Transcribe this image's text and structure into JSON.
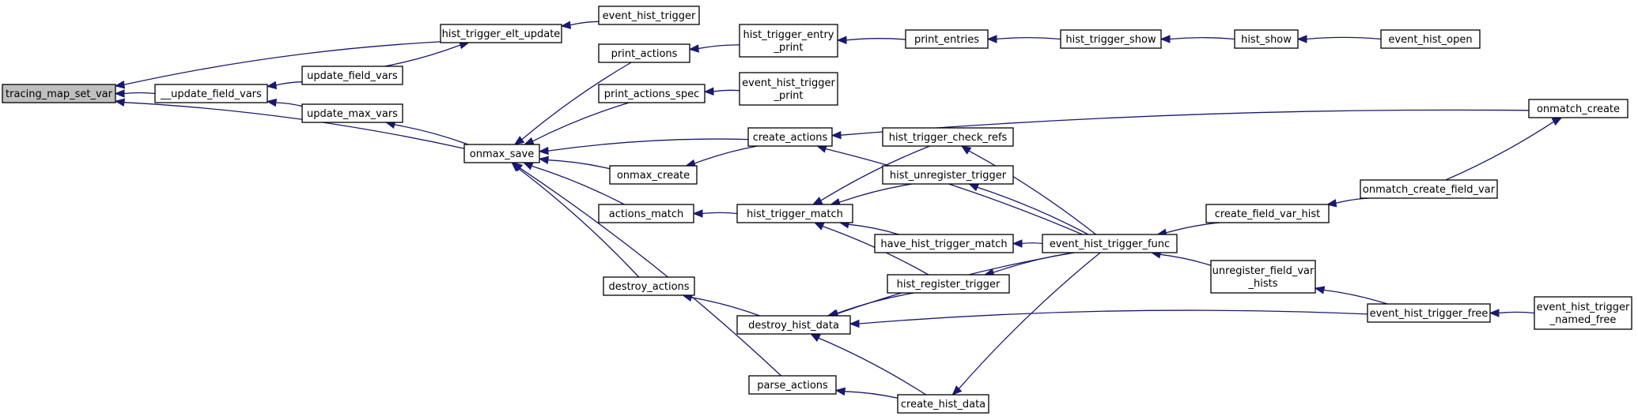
{
  "diagram": {
    "nodes": [
      {
        "id": "tracing_map_set_var",
        "lines": [
          "tracing_map_set_var"
        ],
        "root": true
      },
      {
        "id": "__update_field_vars",
        "lines": [
          "__update_field_vars"
        ]
      },
      {
        "id": "hist_trigger_elt_update",
        "lines": [
          "hist_trigger_elt_update"
        ]
      },
      {
        "id": "update_field_vars",
        "lines": [
          "update_field_vars"
        ]
      },
      {
        "id": "update_max_vars",
        "lines": [
          "update_max_vars"
        ]
      },
      {
        "id": "onmax_save",
        "lines": [
          "onmax_save"
        ]
      },
      {
        "id": "event_hist_trigger",
        "lines": [
          "event_hist_trigger"
        ]
      },
      {
        "id": "print_actions",
        "lines": [
          "print_actions"
        ]
      },
      {
        "id": "print_actions_spec",
        "lines": [
          "print_actions_spec"
        ]
      },
      {
        "id": "onmax_create",
        "lines": [
          "onmax_create"
        ]
      },
      {
        "id": "actions_match",
        "lines": [
          "actions_match"
        ]
      },
      {
        "id": "destroy_actions",
        "lines": [
          "destroy_actions"
        ]
      },
      {
        "id": "parse_actions",
        "lines": [
          "parse_actions"
        ]
      },
      {
        "id": "hist_trigger_entry_print",
        "lines": [
          "hist_trigger_entry",
          "_print"
        ]
      },
      {
        "id": "event_hist_trigger_print",
        "lines": [
          "event_hist_trigger",
          "_print"
        ]
      },
      {
        "id": "create_actions",
        "lines": [
          "create_actions"
        ]
      },
      {
        "id": "hist_trigger_match",
        "lines": [
          "hist_trigger_match"
        ]
      },
      {
        "id": "destroy_hist_data",
        "lines": [
          "destroy_hist_data"
        ]
      },
      {
        "id": "print_entries",
        "lines": [
          "print_entries"
        ]
      },
      {
        "id": "hist_trigger_check_refs",
        "lines": [
          "hist_trigger_check_refs"
        ]
      },
      {
        "id": "hist_unregister_trigger",
        "lines": [
          "hist_unregister_trigger"
        ]
      },
      {
        "id": "have_hist_trigger_match",
        "lines": [
          "have_hist_trigger_match"
        ]
      },
      {
        "id": "hist_register_trigger",
        "lines": [
          "hist_register_trigger"
        ]
      },
      {
        "id": "create_hist_data",
        "lines": [
          "create_hist_data"
        ]
      },
      {
        "id": "hist_trigger_show",
        "lines": [
          "hist_trigger_show"
        ]
      },
      {
        "id": "event_hist_trigger_func",
        "lines": [
          "event_hist_trigger_func"
        ]
      },
      {
        "id": "hist_show",
        "lines": [
          "hist_show"
        ]
      },
      {
        "id": "create_field_var_hist",
        "lines": [
          "create_field_var_hist"
        ]
      },
      {
        "id": "unregister_field_var_hists",
        "lines": [
          "unregister_field_var",
          "_hists"
        ]
      },
      {
        "id": "event_hist_open",
        "lines": [
          "event_hist_open"
        ]
      },
      {
        "id": "onmatch_create",
        "lines": [
          "onmatch_create"
        ]
      },
      {
        "id": "onmatch_create_field_var",
        "lines": [
          "onmatch_create_field_var"
        ]
      },
      {
        "id": "event_hist_trigger_free",
        "lines": [
          "event_hist_trigger_free"
        ]
      },
      {
        "id": "event_hist_trigger_named_free",
        "lines": [
          "event_hist_trigger",
          "_named_free"
        ]
      }
    ],
    "edges": [
      {
        "from": "__update_field_vars",
        "to": "tracing_map_set_var"
      },
      {
        "from": "hist_trigger_elt_update",
        "to": "tracing_map_set_var"
      },
      {
        "from": "onmax_save",
        "to": "tracing_map_set_var"
      },
      {
        "from": "update_field_vars",
        "to": "__update_field_vars"
      },
      {
        "from": "update_max_vars",
        "to": "__update_field_vars"
      },
      {
        "from": "event_hist_trigger",
        "to": "hist_trigger_elt_update"
      },
      {
        "from": "update_field_vars",
        "to": "hist_trigger_elt_update"
      },
      {
        "from": "onmax_save",
        "to": "update_max_vars"
      },
      {
        "from": "print_actions",
        "to": "onmax_save"
      },
      {
        "from": "print_actions_spec",
        "to": "onmax_save"
      },
      {
        "from": "create_actions",
        "to": "onmax_save"
      },
      {
        "from": "onmax_create",
        "to": "onmax_save"
      },
      {
        "from": "actions_match",
        "to": "onmax_save"
      },
      {
        "from": "destroy_actions",
        "to": "onmax_save"
      },
      {
        "from": "parse_actions",
        "to": "onmax_save"
      },
      {
        "from": "hist_trigger_entry_print",
        "to": "print_actions"
      },
      {
        "from": "event_hist_trigger_print",
        "to": "print_actions_spec"
      },
      {
        "from": "create_actions",
        "to": "onmax_create"
      },
      {
        "from": "hist_trigger_match",
        "to": "actions_match"
      },
      {
        "from": "destroy_hist_data",
        "to": "destroy_actions"
      },
      {
        "from": "create_hist_data",
        "to": "parse_actions"
      },
      {
        "from": "print_entries",
        "to": "hist_trigger_entry_print"
      },
      {
        "from": "onmatch_create",
        "to": "create_actions"
      },
      {
        "from": "event_hist_trigger_func",
        "to": "create_actions"
      },
      {
        "from": "hist_trigger_check_refs",
        "to": "hist_trigger_match"
      },
      {
        "from": "hist_unregister_trigger",
        "to": "hist_trigger_match"
      },
      {
        "from": "have_hist_trigger_match",
        "to": "hist_trigger_match"
      },
      {
        "from": "hist_register_trigger",
        "to": "hist_trigger_match"
      },
      {
        "from": "hist_register_trigger",
        "to": "destroy_hist_data"
      },
      {
        "from": "event_hist_trigger_func",
        "to": "destroy_hist_data"
      },
      {
        "from": "event_hist_trigger_free",
        "to": "destroy_hist_data"
      },
      {
        "from": "create_hist_data",
        "to": "destroy_hist_data"
      },
      {
        "from": "hist_trigger_show",
        "to": "print_entries"
      },
      {
        "from": "event_hist_trigger_func",
        "to": "hist_trigger_check_refs"
      },
      {
        "from": "event_hist_trigger_func",
        "to": "hist_unregister_trigger"
      },
      {
        "from": "event_hist_trigger_func",
        "to": "have_hist_trigger_match"
      },
      {
        "from": "event_hist_trigger_func",
        "to": "hist_register_trigger"
      },
      {
        "from": "event_hist_trigger_func",
        "to": "create_hist_data"
      },
      {
        "from": "hist_show",
        "to": "hist_trigger_show"
      },
      {
        "from": "create_field_var_hist",
        "to": "event_hist_trigger_func"
      },
      {
        "from": "unregister_field_var_hists",
        "to": "event_hist_trigger_func"
      },
      {
        "from": "event_hist_open",
        "to": "hist_show"
      },
      {
        "from": "onmatch_create_field_var",
        "to": "create_field_var_hist"
      },
      {
        "from": "event_hist_trigger_free",
        "to": "unregister_field_var_hists"
      },
      {
        "from": "onmatch_create_field_var",
        "to": "onmatch_create"
      },
      {
        "from": "event_hist_trigger_named_free",
        "to": "event_hist_trigger_free"
      }
    ]
  }
}
